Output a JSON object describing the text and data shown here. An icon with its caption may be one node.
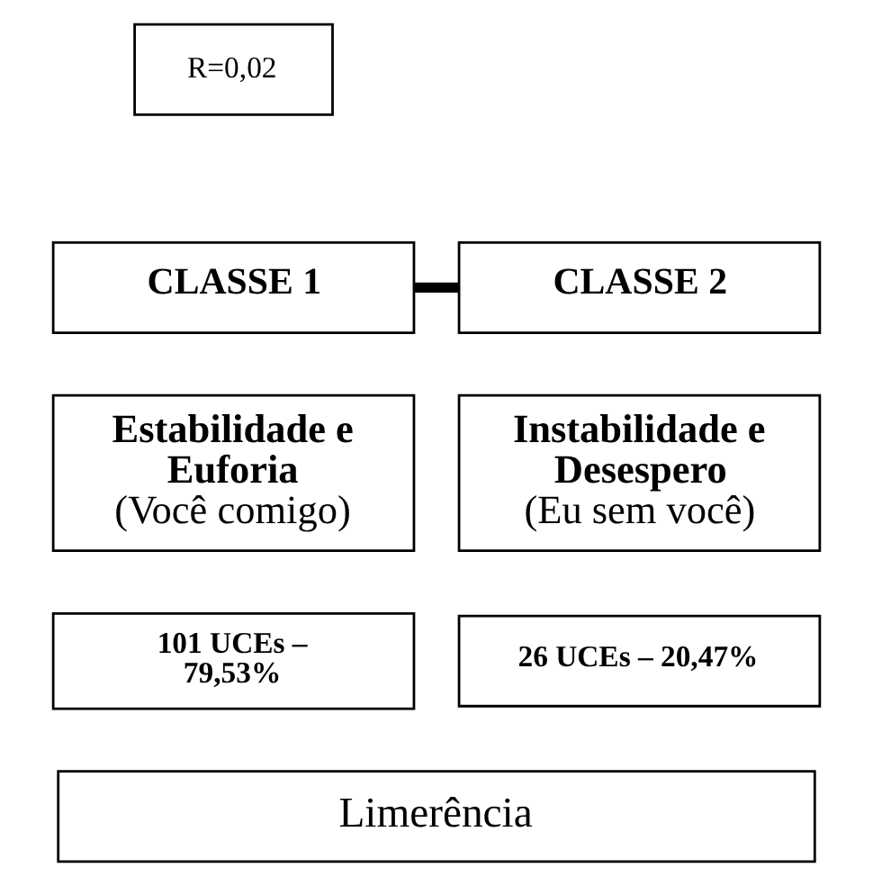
{
  "diagram": {
    "nodes": [
      {
        "text": [
          "R=0,02"
        ]
      },
      {
        "text": [
          "CLASSE 1"
        ]
      },
      {
        "text": [
          "CLASSE 2"
        ]
      },
      {
        "text": [
          "Estabilidade e Euforia",
          "(Você comigo)"
        ]
      },
      {
        "text": [
          "Instabilidade e Desespero",
          "(Eu sem você)"
        ]
      },
      {
        "text": [
          "101 UCEs – 79,53%"
        ]
      },
      {
        "text": [
          "26 UCEs – 20,47%"
        ]
      },
      {
        "text": [
          "Limerência"
        ]
      }
    ],
    "edges": [
      {
        "from": 1,
        "to": 2,
        "arrow": "none"
      }
    ]
  }
}
